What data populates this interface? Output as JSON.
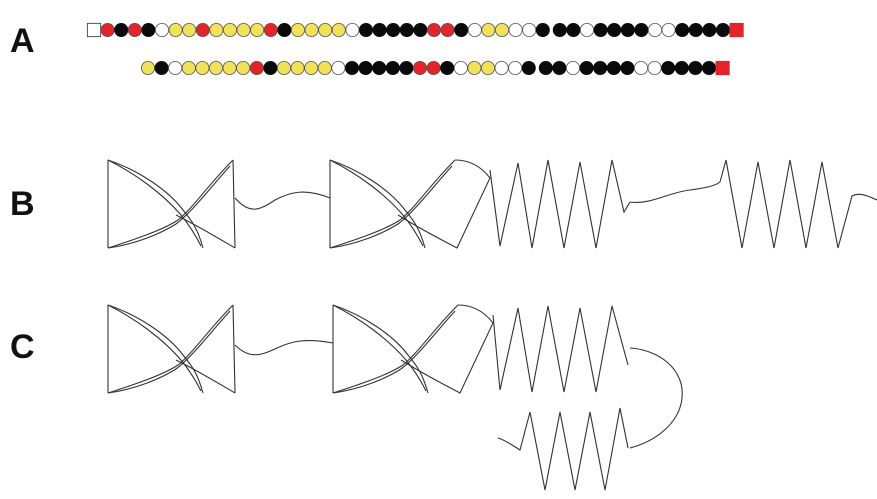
{
  "panels": {
    "a": {
      "label": "A"
    },
    "b": {
      "label": "B"
    },
    "c": {
      "label": "C"
    }
  },
  "colors": {
    "red": "#e3242b",
    "black": "#0a0a0a",
    "yellow": "#f2e25a",
    "white": "#ffffff",
    "outline": "#555555",
    "line": "#333333"
  },
  "sequence": {
    "row1": [
      "sq",
      "r",
      "k",
      "r",
      "k",
      "w",
      "y",
      "y",
      "r",
      "y",
      "y",
      "y",
      "y",
      "r",
      "k",
      "y",
      "y",
      "y",
      "y",
      "w",
      "k",
      "k",
      "k",
      "k",
      "k",
      "r",
      "r",
      "k",
      "w",
      "y",
      "y",
      "w",
      "w",
      "k",
      "gap",
      "k",
      "k",
      "w",
      "k",
      "k",
      "k",
      "k",
      "w",
      "w",
      "k",
      "k",
      "k",
      "k",
      "sqr"
    ],
    "row2": [
      "y",
      "k",
      "w",
      "y",
      "y",
      "y",
      "y",
      "y",
      "r",
      "k",
      "y",
      "y",
      "y",
      "y",
      "w",
      "k",
      "k",
      "k",
      "k",
      "k",
      "r",
      "r",
      "k",
      "w",
      "y",
      "y",
      "w",
      "w",
      "k",
      "gap",
      "k",
      "k",
      "w",
      "k",
      "k",
      "k",
      "k",
      "w",
      "w",
      "k",
      "k",
      "k",
      "k",
      "sqr"
    ]
  }
}
